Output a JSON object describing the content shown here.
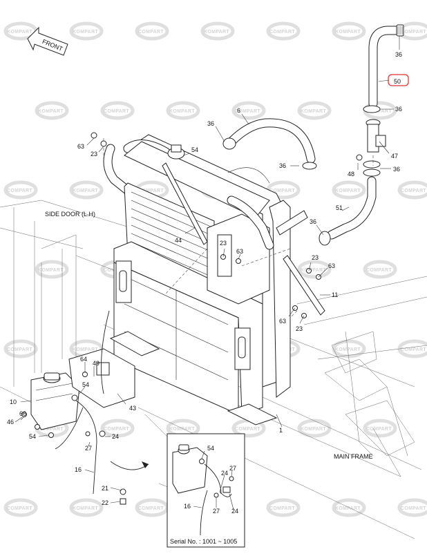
{
  "diagram": {
    "labels": {
      "front": "FRONT",
      "side_door": "SIDE DOOR (L.H)",
      "main_frame": "MAIN FRAME",
      "serial": "Serial No. : 1001 ~ 1005"
    },
    "highlighted_part": "50",
    "highlight_color": "#e03030",
    "watermark_text": [
      "KOMPART",
      "COMPART"
    ],
    "callouts": {
      "c36a": "36",
      "c50": "50",
      "c36b": "36",
      "c6": "6",
      "c36c": "36",
      "c47": "47",
      "c36d": "36",
      "c48": "48",
      "c36e": "36",
      "c63a": "63",
      "c23a": "23",
      "c54a": "54",
      "c51": "51",
      "c36f": "36",
      "c44": "44",
      "c23b": "23",
      "c63b": "63",
      "c23c": "23",
      "c63c": "63",
      "c11": "11",
      "c63d": "63",
      "c23d": "23",
      "c64": "64",
      "c49": "49",
      "c54b": "54",
      "c10": "10",
      "c43": "43",
      "c66": "66",
      "c46": "46",
      "c54c": "54",
      "c24a": "24",
      "c27a": "27",
      "c1": "1",
      "c16a": "16",
      "c21": "21",
      "c22": "22",
      "c54d": "54",
      "c27b": "27",
      "c24b": "24",
      "c16b": "16",
      "c27c": "27",
      "c24c": "24"
    }
  }
}
